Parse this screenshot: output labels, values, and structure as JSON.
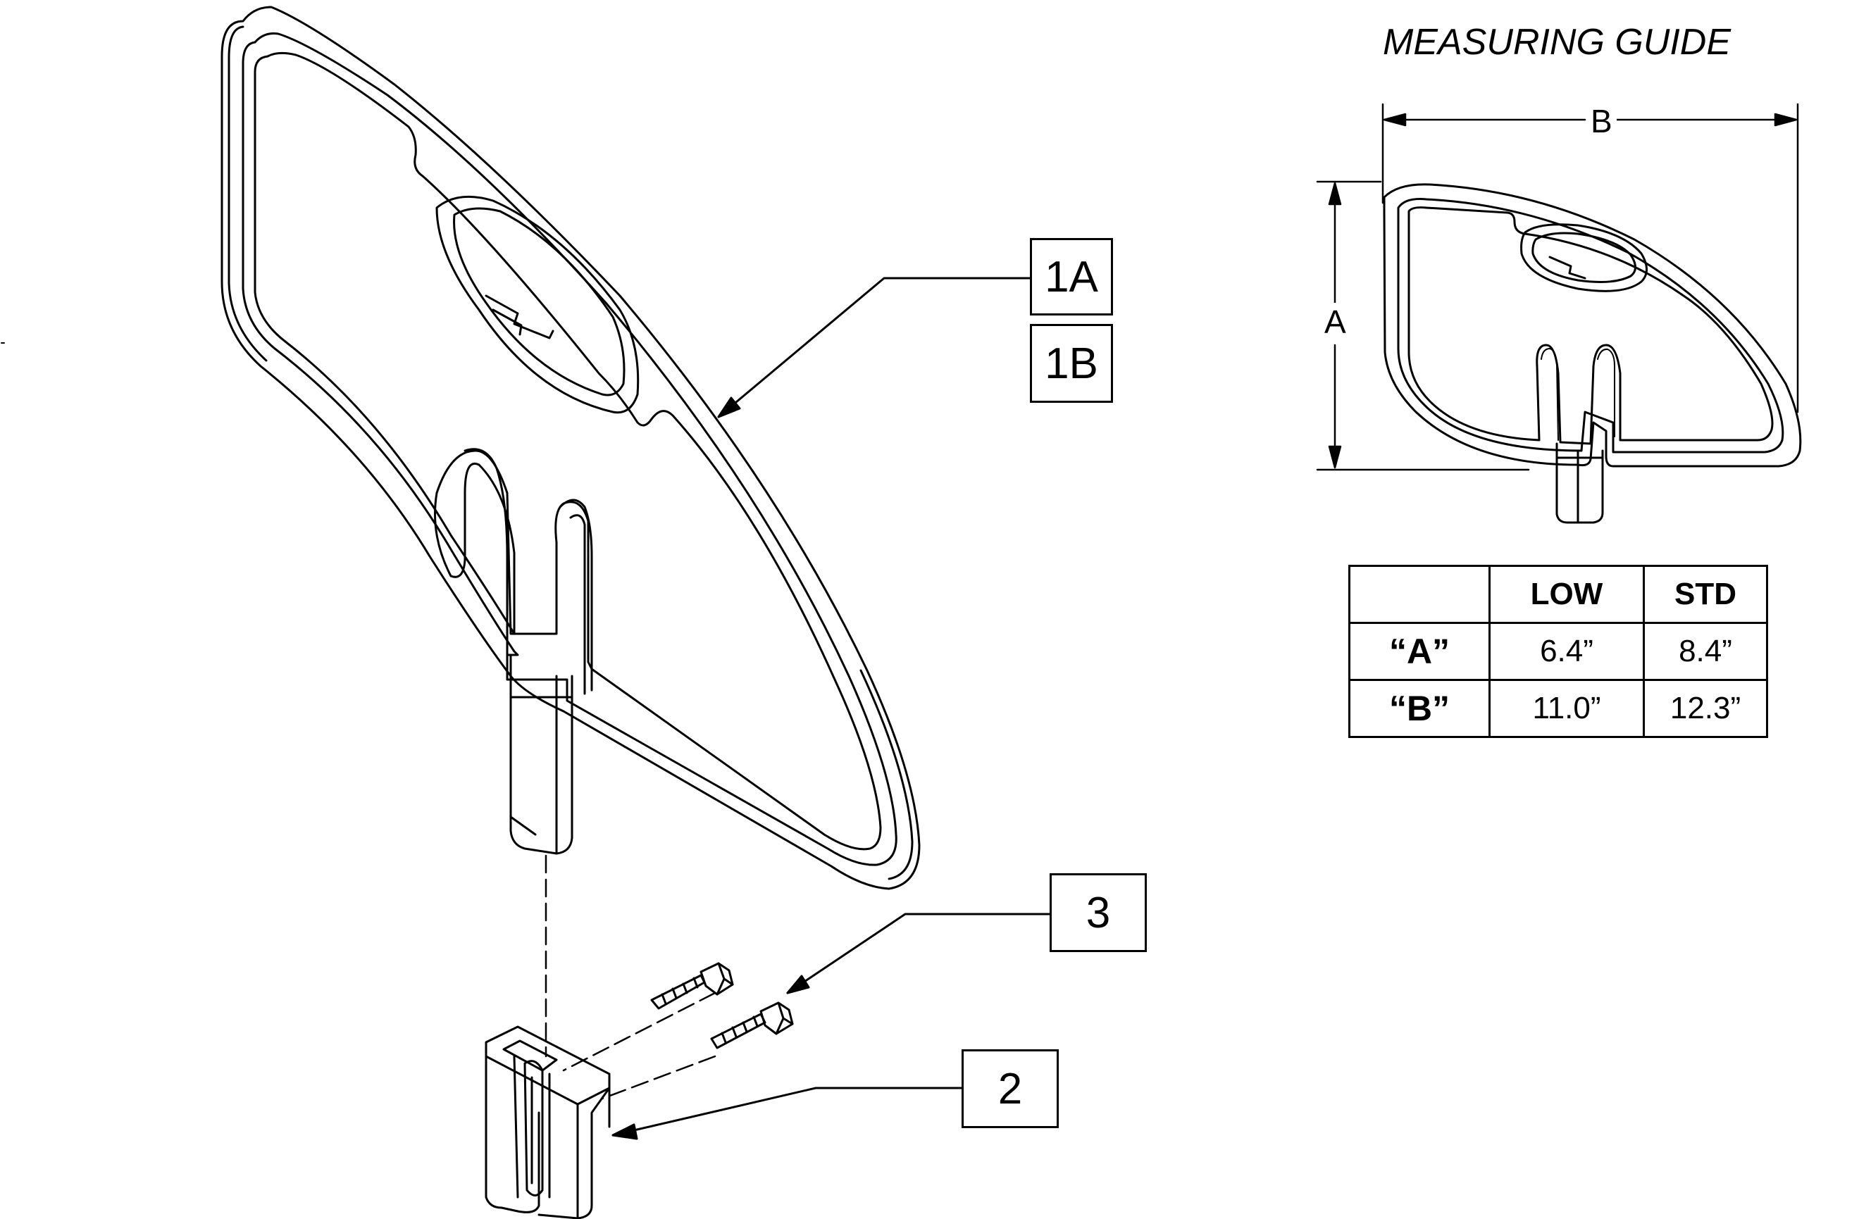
{
  "callouts": {
    "part_1a": "1A",
    "part_1b": "1B",
    "part_2": "2",
    "part_3": "3"
  },
  "measuring_guide": {
    "title": "MEASURING GUIDE",
    "dimension_a": "A",
    "dimension_b": "B"
  },
  "size_table": {
    "columns": [
      "",
      "LOW",
      "STD"
    ],
    "rows": [
      {
        "label": "“A”",
        "low": "6.4”",
        "std": "8.4”"
      },
      {
        "label": "“B”",
        "low": "11.0”",
        "std": "12.3”"
      }
    ]
  }
}
